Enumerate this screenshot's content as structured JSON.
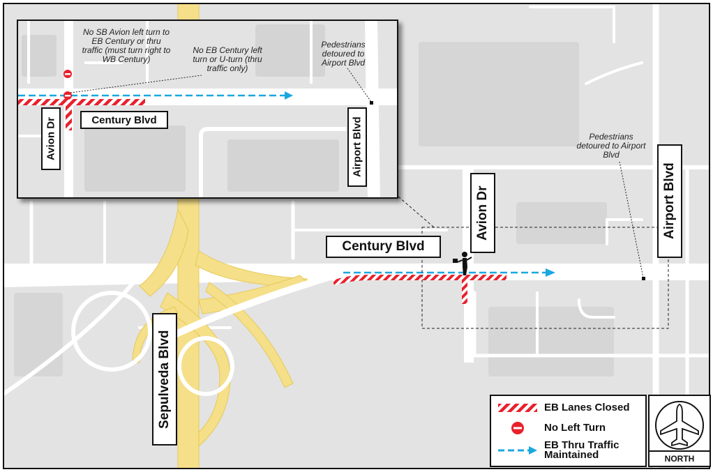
{
  "streets": {
    "century": "Century Blvd",
    "avion": "Avion Dr",
    "airport": "Airport Blvd",
    "sepulveda": "Sepulveda Blvd"
  },
  "notes": {
    "pedestrians": "Pedestrians detoured to Airport Blvd",
    "no_sb_avion": "No SB Avion left turn to EB Century or thru traffic (must turn right to WB Century)",
    "no_eb_century": "No EB Century left turn or U-turn (thru traffic only)"
  },
  "legend": {
    "closed": "EB Lanes Closed",
    "no_left": "No Left Turn",
    "thru": "EB Thru Traffic Maintained"
  },
  "north": {
    "label": "NORTH"
  },
  "icons": {
    "flagger": "flagger-icon",
    "no_left_turn": "no-entry-icon",
    "north_arrow": "airplane-north-icon"
  },
  "colors": {
    "closed_hatch": "#e8212d",
    "thru_arrow": "#1aa7e0",
    "freeway": "#f5df88",
    "background": "#e3e3e3",
    "street": "#ffffff"
  }
}
